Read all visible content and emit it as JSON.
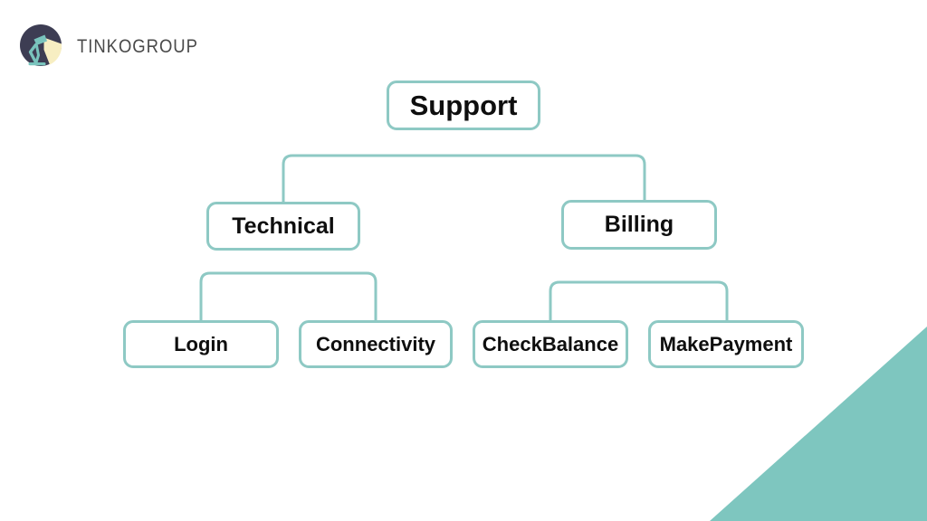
{
  "brand": {
    "logo_icon": "desk-lamp-circle-logo",
    "wordmark": "TINKOGROUP",
    "mark_colors": {
      "circle": "#3d3d53",
      "lamp": "#79c4bd",
      "light": "#f7eec2"
    }
  },
  "theme": {
    "accent": "#8ec9c4",
    "corner_accent": "#7ec6bf",
    "node_border": "#8ec9c4",
    "node_fill": "#ffffff",
    "text": "#0e0e0e",
    "background": "#ffffff",
    "wordmark_color": "#4a4a4a"
  },
  "diagram": {
    "type": "tree",
    "orientation": "top-down",
    "levels": 3,
    "nodes": {
      "root": {
        "label": "Support"
      },
      "level2": [
        {
          "label": "Technical"
        },
        {
          "label": "Billing"
        }
      ],
      "leaves": [
        {
          "label": "Login",
          "parent": "Technical"
        },
        {
          "label": "Connectivity",
          "parent": "Technical"
        },
        {
          "label": "CheckBalance",
          "parent": "Billing"
        },
        {
          "label": "MakePayment",
          "parent": "Billing"
        }
      ]
    },
    "edges": [
      {
        "from": "Support",
        "to": "Technical"
      },
      {
        "from": "Support",
        "to": "Billing"
      },
      {
        "from": "Technical",
        "to": "Login"
      },
      {
        "from": "Technical",
        "to": "Connectivity"
      },
      {
        "from": "Billing",
        "to": "CheckBalance"
      },
      {
        "from": "Billing",
        "to": "MakePayment"
      }
    ]
  },
  "corner": {
    "shape": "triangle-bottom-right"
  }
}
